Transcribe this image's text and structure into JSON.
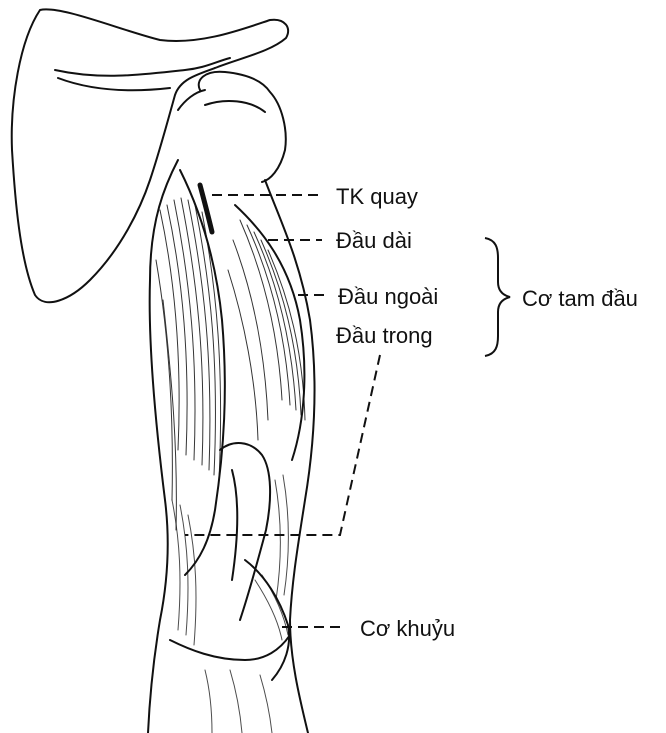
{
  "labels": {
    "tk_quay": "TK quay",
    "dau_dai": "Đầu dài",
    "dau_ngoai": "Đầu ngoài",
    "dau_trong": "Đầu trong",
    "co_tam_dau": "Cơ tam đầu",
    "co_khuyu": "Cơ khuỷu"
  },
  "colors": {
    "ink": "#111111",
    "background": "#ffffff"
  }
}
